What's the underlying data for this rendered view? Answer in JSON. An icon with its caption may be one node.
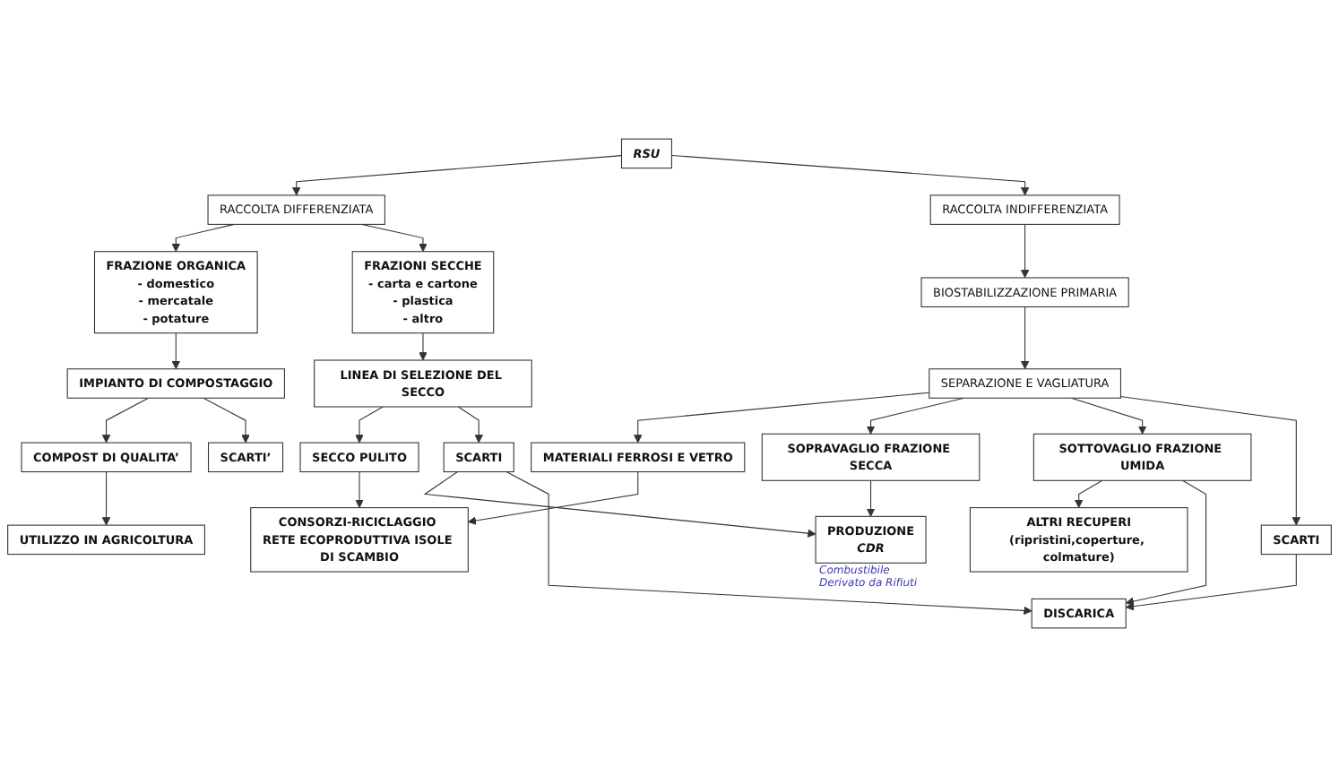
{
  "diagram": {
    "nodes": [
      {
        "text": [
          "RSU"
        ]
      },
      {
        "text": [
          "RACCOLTA DIFFERENZIATA"
        ]
      },
      {
        "text": [
          "RACCOLTA INDIFFERENZIATA"
        ]
      },
      {
        "text": [
          "FRAZIONE ORGANICA",
          "- domestico",
          "- mercatale",
          "- potature"
        ]
      },
      {
        "text": [
          "FRAZIONI SECCHE",
          "- carta e cartone",
          "- plastica",
          "- altro"
        ]
      },
      {
        "text": [
          "BIOSTABILIZZAZIONE PRIMARIA"
        ]
      },
      {
        "text": [
          "IMPIANTO DI COMPOSTAGGIO"
        ]
      },
      {
        "text": [
          "LINEA DI SELEZIONE DEL SECCO"
        ]
      },
      {
        "text": [
          "SEPARAZIONE E VAGLIATURA"
        ]
      },
      {
        "text": [
          "COMPOST DI QUALITA’"
        ]
      },
      {
        "text": [
          "SCARTI’"
        ]
      },
      {
        "text": [
          "SECCO PULITO"
        ]
      },
      {
        "text": [
          "SCARTI"
        ]
      },
      {
        "text": [
          "MATERIALI FERROSI E VETRO"
        ]
      },
      {
        "text": [
          "SOPRAVAGLIO FRAZIONE SECCA"
        ]
      },
      {
        "text": [
          "SOTTOVAGLIO FRAZIONE UMIDA"
        ]
      },
      {
        "text": [
          "UTILIZZO IN AGRICOLTURA"
        ]
      },
      {
        "text": [
          "CONSORZI-RICICLAGGIO RETE ECOPRODUTTIVA ISOLE DI SCAMBIO"
        ]
      },
      {
        "text": [
          "PRODUZIONE",
          "CDR"
        ],
        "beside": [
          "Combustibile Derivato da Rifiuti"
        ]
      },
      {
        "text": [
          "ALTRI RECUPERI",
          "(ripristini,coperture, colmature)"
        ]
      },
      {
        "text": [
          "DISCARICA"
        ]
      },
      {
        "text": [
          "SCARTI"
        ]
      }
    ],
    "edges": [
      {
        "from": 0,
        "to": 1,
        "arrow": "to"
      },
      {
        "from": 0,
        "to": 2,
        "arrow": "to"
      },
      {
        "from": 1,
        "to": 3,
        "arrow": "to"
      },
      {
        "from": 1,
        "to": 4,
        "arrow": "to"
      },
      {
        "from": 2,
        "to": 5,
        "arrow": "to"
      },
      {
        "from": 3,
        "to": 6,
        "arrow": "to"
      },
      {
        "from": 4,
        "to": 7,
        "arrow": "to"
      },
      {
        "from": 5,
        "to": 8,
        "arrow": "to"
      },
      {
        "from": 6,
        "to": 9,
        "arrow": "to"
      },
      {
        "from": 6,
        "to": 10,
        "arrow": "to"
      },
      {
        "from": 7,
        "to": 11,
        "arrow": "to"
      },
      {
        "from": 7,
        "to": 12,
        "arrow": "to"
      },
      {
        "from": 8,
        "to": 13,
        "arrow": "to"
      },
      {
        "from": 8,
        "to": 14,
        "arrow": "to"
      },
      {
        "from": 8,
        "to": 15,
        "arrow": "to"
      },
      {
        "from": 8,
        "to": 21,
        "arrow": "to"
      },
      {
        "from": 9,
        "to": 16,
        "arrow": "to"
      },
      {
        "from": 11,
        "to": 17,
        "arrow": "to"
      },
      {
        "from": 13,
        "to": 17,
        "arrow": "to"
      },
      {
        "from": 12,
        "to": 18,
        "arrow": "to"
      },
      {
        "from": 12,
        "to": 20,
        "arrow": "to"
      },
      {
        "from": 14,
        "to": 18,
        "arrow": "to"
      },
      {
        "from": 15,
        "to": 19,
        "arrow": "to"
      },
      {
        "from": 15,
        "to": 20,
        "arrow": "to"
      },
      {
        "from": 21,
        "to": 20,
        "arrow": "to"
      }
    ]
  }
}
